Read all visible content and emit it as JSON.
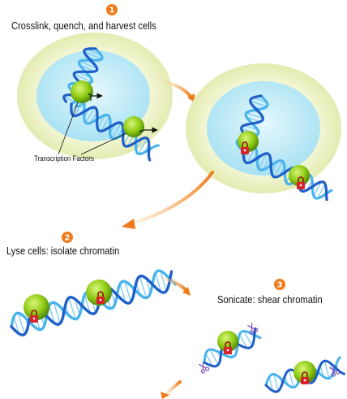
{
  "steps": [
    {
      "number": "1",
      "label": "Crosslink, quench, and harvest cells"
    },
    {
      "number": "2",
      "label": "Lyse cells:  isolate chromatin"
    },
    {
      "number": "3",
      "label": "Sonicate: shear chromatin"
    }
  ],
  "callouts": {
    "transcription_factors": "Transcription Factors"
  },
  "colors": {
    "step_badge": "#f07a1a",
    "arrow": "#f28a22",
    "cell_outer": "#eef3c9",
    "nucleus": "#c8eef8",
    "dna_dark": "#1f5fc8",
    "dna_light": "#49b4ec",
    "protein": "#9bd41f",
    "lock": "#d8232a",
    "scissors": "#7b4bb5"
  },
  "icons": [
    "step-badge",
    "cell",
    "nucleus",
    "dna-helix",
    "transcription-factor",
    "crosslink-lock-icon",
    "scissors-icon",
    "process-arrow"
  ]
}
